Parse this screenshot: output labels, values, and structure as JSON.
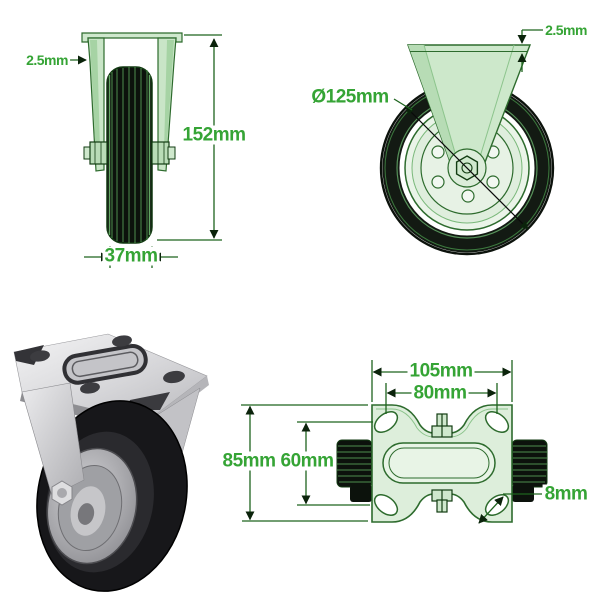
{
  "sheet": {
    "product": "fixed plate castor technical drawing",
    "colors": {
      "label_green": "#35a435",
      "dim_line_green": "#1e641e",
      "fill_light_green": "#cfe8cd",
      "outline_dark_green": "#2d6b2d",
      "tire_black": "#0c120c"
    }
  },
  "side_view": {
    "labels": {
      "plate_thickness": "2.5mm",
      "overall_height": "152mm",
      "wheel_width": "37mm"
    }
  },
  "front_view": {
    "labels": {
      "plate_thickness": "2.5mm",
      "wheel_diameter": "Ø125mm"
    }
  },
  "plate_top_view": {
    "labels": {
      "plate_width": "105mm",
      "bolt_hole_spacing_width": "80mm",
      "plate_length": "85mm",
      "bolt_hole_spacing_length": "60mm",
      "bolt_hole_diameter": "8mm"
    }
  }
}
